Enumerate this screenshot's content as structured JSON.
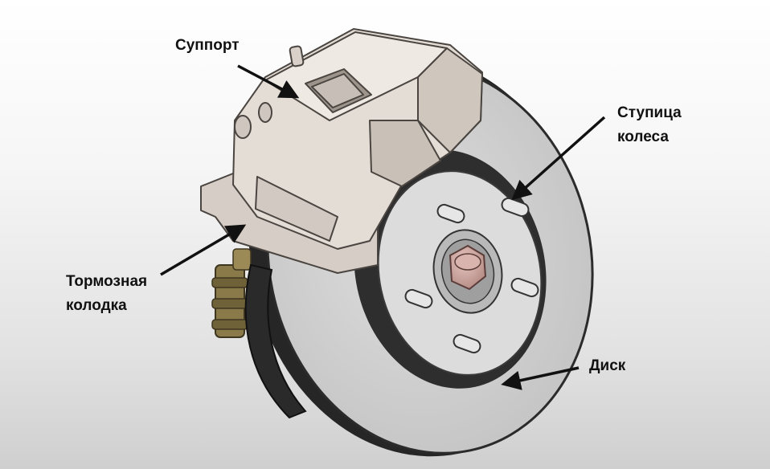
{
  "labels": {
    "caliper": "Суппорт",
    "hub_line1": "Ступица",
    "hub_line2": "колеса",
    "pad_line1": "Тормозная",
    "pad_line2": "колодка",
    "disc": "Диск"
  },
  "colors": {
    "caliper_body": "#e4ddd6",
    "caliper_shadow": "#bcb3ab",
    "disc_face": "#cfcfcf",
    "disc_rim": "#2b2b2b",
    "hub_face": "#dadada",
    "lug_nut": "#c9a19b",
    "brake_hose": "#8a7a4a",
    "arrow": "#111111"
  }
}
